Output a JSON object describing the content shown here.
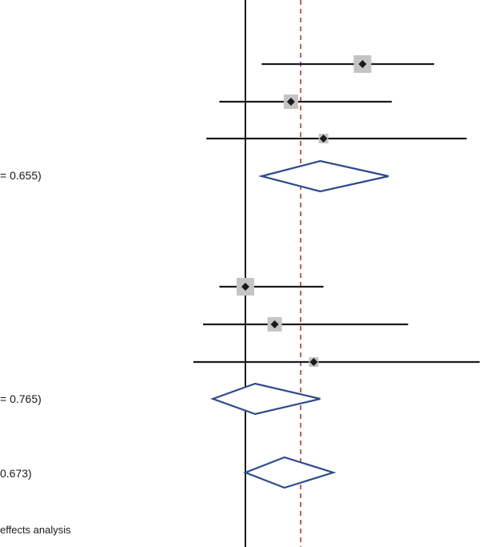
{
  "chart_data": {
    "type": "forest",
    "x_scale": "visual",
    "null_line": 1,
    "pooled_estimate_line": 1.17,
    "studies": [
      {
        "estimate": 1.36,
        "lower": 1.05,
        "upper": 1.58,
        "weight": "large"
      },
      {
        "estimate": 1.14,
        "lower": 0.92,
        "upper": 1.45,
        "weight": "medium"
      },
      {
        "estimate": 1.24,
        "lower": 0.88,
        "upper": 1.68,
        "weight": "small"
      },
      {
        "estimate": 1.0,
        "lower": 0.92,
        "upper": 1.24,
        "weight": "large"
      },
      {
        "estimate": 1.09,
        "lower": 0.87,
        "upper": 1.5,
        "weight": "medium"
      },
      {
        "estimate": 1.21,
        "lower": 0.84,
        "upper": 1.72,
        "weight": "small"
      }
    ],
    "subtotals": [
      {
        "estimate": 1.23,
        "lower": 1.05,
        "upper": 1.44,
        "label": "= 0.655)"
      },
      {
        "estimate": 1.03,
        "lower": 0.9,
        "upper": 1.23,
        "label": "= 0.765)"
      },
      {
        "estimate": 1.12,
        "lower": 1.0,
        "upper": 1.27,
        "label": "0.673)"
      }
    ],
    "footnote": "effects analysis"
  },
  "colors": {
    "ci_line": "#1a1a1a",
    "weight_box": "#c4c4c4",
    "point": "#1a1a1a",
    "diamond": "#2e4a8c",
    "null_line": "#1a1a1a",
    "pooled_line": "#b03a3a"
  }
}
